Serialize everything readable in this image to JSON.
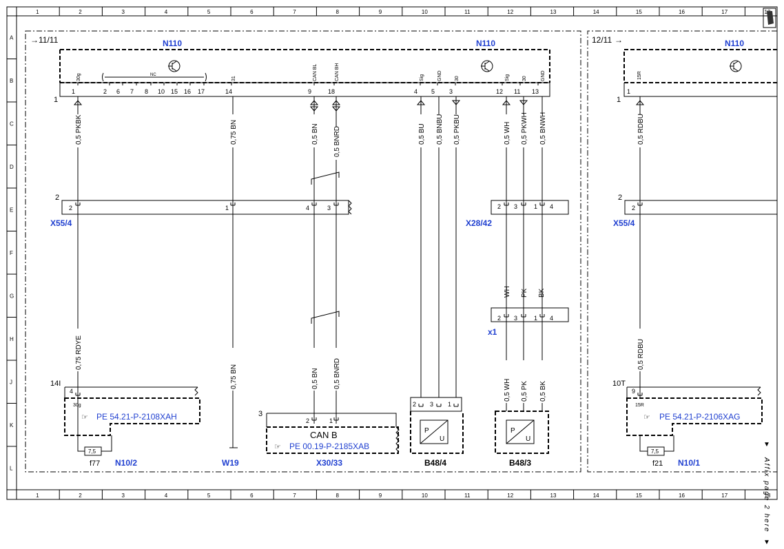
{
  "grid": {
    "cols": [
      "1",
      "2",
      "3",
      "4",
      "5",
      "6",
      "7",
      "8",
      "9",
      "10",
      "11",
      "12",
      "13",
      "14",
      "15",
      "16",
      "17",
      "18"
    ],
    "rows": [
      "A",
      "B",
      "C",
      "D",
      "E",
      "F",
      "G",
      "H",
      "J",
      "K",
      "L"
    ]
  },
  "page_refs": {
    "left": "11/11",
    "right": "12/11"
  },
  "components": {
    "n110": "N110",
    "x55_4": "X55/4",
    "x28_42": "X28/42",
    "x1": "x1",
    "n10_2": "N10/2",
    "n10_1": "N10/1",
    "w19": "W19",
    "x30_33": "X30/33",
    "b48_4": "B48/4",
    "b48_3": "B48/3",
    "f77": "f77",
    "f21": "f21",
    "can_b": "CAN B",
    "nc": "NC",
    "fuse_val": "7,5"
  },
  "refs": {
    "pe_2108": "PE 54.21-P-2108XAH",
    "pe_2185": "PE 00.19-P-2185XAB",
    "pe_2106": "PE 54.21-P-2106XAG"
  },
  "labels": {
    "n110_left_pins": [
      "1",
      "2",
      "6",
      "7",
      "8",
      "10",
      "15",
      "16",
      "17",
      "14",
      "9",
      "18",
      "4",
      "5",
      "3",
      "12",
      "11",
      "13"
    ],
    "n110_pin_names": [
      "30g",
      "31",
      "CAN BL",
      "CAN BH",
      "Sig",
      "GND",
      "30",
      "Sig",
      "30",
      "GND"
    ],
    "n110_right_pin": "15R",
    "n110_right_left_pin": "1",
    "conn_num_1": "1",
    "conn_num_2": "2",
    "conn_num_3": "3",
    "x55_pins": [
      "2",
      "1",
      "4",
      "3"
    ],
    "x28_pins": [
      "2",
      "3",
      "1",
      "4"
    ],
    "x1_pins": [
      "2",
      "3",
      "1",
      "4"
    ],
    "x1_wires": [
      "WH",
      "PK",
      "BK"
    ],
    "n10_2_pins": [
      "4",
      "30g"
    ],
    "n10_2_ref": "14I",
    "n10_1_pins": [
      "9",
      "15R"
    ],
    "n10_1_ref": "10T",
    "x30_pins": [
      "2",
      "1"
    ],
    "b48_4_pins": [
      "2",
      "3",
      "1"
    ],
    "pu": [
      "P",
      "U"
    ],
    "wires_top": [
      "0,5 PKBK",
      "0,75 BN",
      "0,5 BN",
      "0,5 BNRD",
      "0,5 BU",
      "0,5 BNBU",
      "0,5 PKBU",
      "0,5 WH",
      "0,5 PKWH",
      "0,5 BNWH",
      "0,5 RDBU"
    ],
    "wires_bot": [
      "0,75 RDYE",
      "0,75 BN",
      "0,5 BN",
      "0,5 BNRD",
      "0,5 WH",
      "0,5 PK",
      "0,5 BK",
      "0,5 RDBU"
    ],
    "affix": "Affix page 2 here"
  }
}
